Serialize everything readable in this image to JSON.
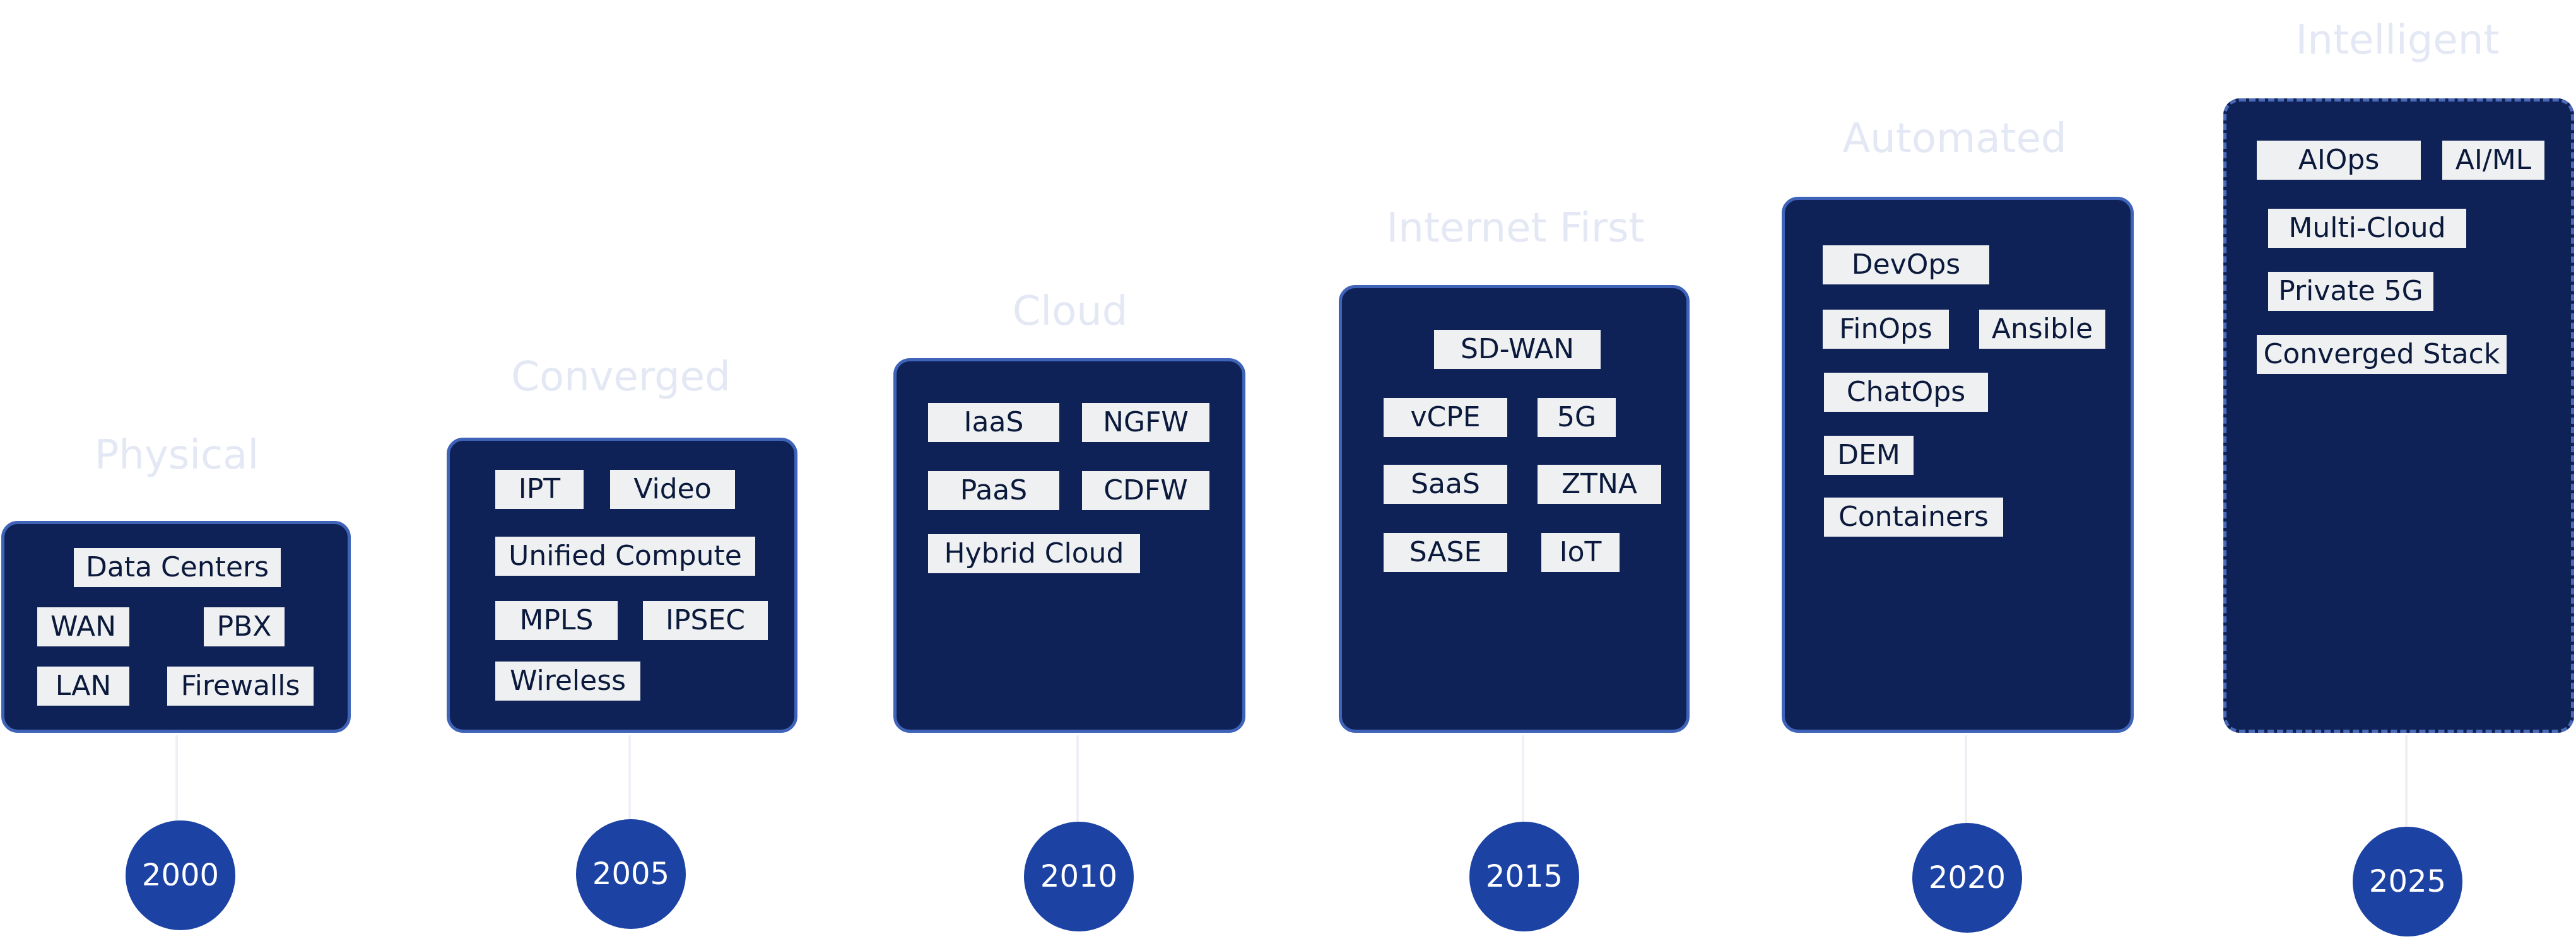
{
  "stages": [
    {
      "title": "Physical",
      "year": "2000",
      "items": [
        "Data Centers",
        "WAN",
        "PBX",
        "LAN",
        "Firewalls"
      ]
    },
    {
      "title": "Converged",
      "year": "2005",
      "items": [
        "IPT",
        "Video",
        "Unified Compute",
        "MPLS",
        "IPSEC",
        "Wireless"
      ]
    },
    {
      "title": "Cloud",
      "year": "2010",
      "items": [
        "IaaS",
        "NGFW",
        "PaaS",
        "CDFW",
        "Hybrid Cloud"
      ]
    },
    {
      "title": "Internet First",
      "year": "2015",
      "items": [
        "SD-WAN",
        "vCPE",
        "5G",
        "SaaS",
        "ZTNA",
        "SASE",
        "IoT"
      ]
    },
    {
      "title": "Automated",
      "year": "2020",
      "items": [
        "DevOps",
        "FinOps",
        "Ansible",
        "ChatOps",
        "DEM",
        "Containers"
      ]
    },
    {
      "title": "Intelligent",
      "year": "2025",
      "items": [
        "AIOps",
        "AI/ML",
        "Multi-Cloud",
        "Private 5G",
        "Converged Stack"
      ]
    }
  ]
}
